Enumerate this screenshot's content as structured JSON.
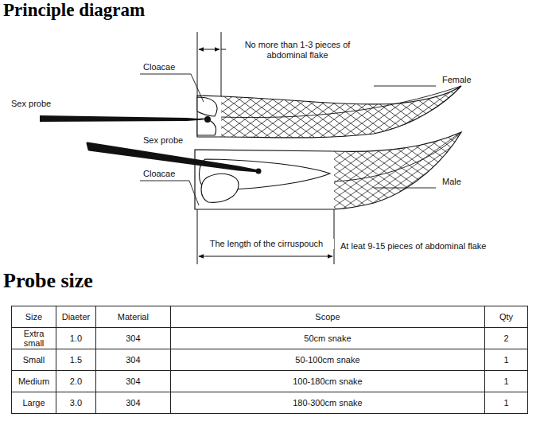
{
  "diagram": {
    "title": "Principle diagram",
    "labels": [
      "No more than 1-3 pieces of abdominal flake",
      "Cloacae",
      "Sex probe",
      "Female",
      "Sex probe",
      "Cloacae",
      "Male",
      "The length of the cirruspouch",
      "At leat 9-15 pieces of abdominal flake",
      "Probe size",
      "Size",
      "Diaeter",
      "Material",
      "Scope",
      "Qty",
      "Extra small",
      "1.0",
      "304",
      "50cm snake",
      "2",
      "Small",
      "1.5",
      "304",
      "50-100cm snake",
      "1",
      "Medium",
      "2.0",
      "304",
      "100-180cm snake",
      "1",
      "Large",
      "3.0",
      "304",
      "180-300cm snake",
      "1"
    ]
  }
}
